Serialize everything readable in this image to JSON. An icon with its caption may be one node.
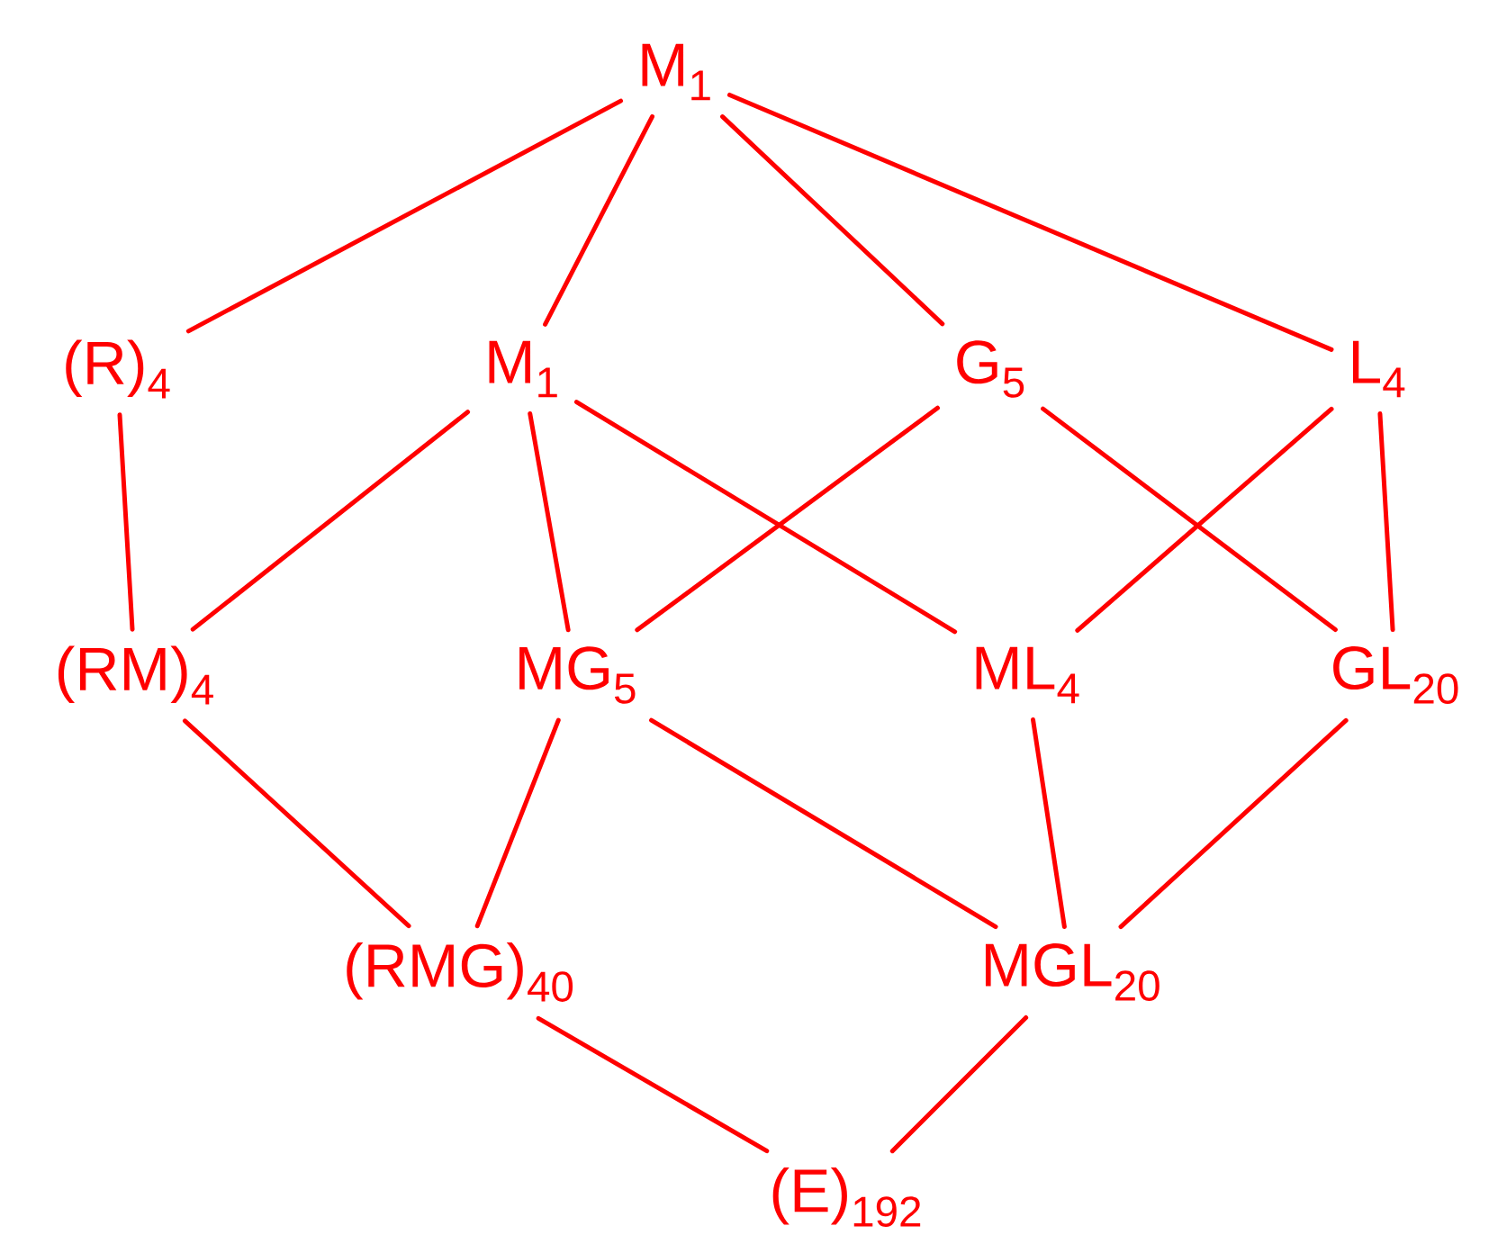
{
  "diagram": {
    "nodes": [
      {
        "text": [
          "M$_{1}$"
        ]
      },
      {
        "text": [
          "(R)$_{4}$"
        ]
      },
      {
        "text": [
          "M$_{1}$"
        ]
      },
      {
        "text": [
          "G$_{5}$"
        ]
      },
      {
        "text": [
          "L$_{4}$"
        ]
      },
      {
        "text": [
          "(RM)$_{4}$"
        ]
      },
      {
        "text": [
          "MG$_{5}$"
        ]
      },
      {
        "text": [
          "ML$_{4}$"
        ]
      },
      {
        "text": [
          "GL$_{20}$"
        ]
      },
      {
        "text": [
          "(RMG)$_{40}$"
        ]
      },
      {
        "text": [
          "MGL$_{20}$"
        ]
      },
      {
        "text": [
          "(E)$_{192}$"
        ]
      }
    ],
    "edges": [
      {
        "from": 0,
        "to": 1,
        "arrow": "none"
      },
      {
        "from": 0,
        "to": 2,
        "arrow": "none"
      },
      {
        "from": 0,
        "to": 3,
        "arrow": "none"
      },
      {
        "from": 0,
        "to": 4,
        "arrow": "none"
      },
      {
        "from": 1,
        "to": 5,
        "arrow": "none"
      },
      {
        "from": 2,
        "to": 5,
        "arrow": "none"
      },
      {
        "from": 2,
        "to": 6,
        "arrow": "none"
      },
      {
        "from": 2,
        "to": 7,
        "arrow": "none"
      },
      {
        "from": 3,
        "to": 6,
        "arrow": "none"
      },
      {
        "from": 3,
        "to": 8,
        "arrow": "none"
      },
      {
        "from": 4,
        "to": 7,
        "arrow": "none"
      },
      {
        "from": 4,
        "to": 8,
        "arrow": "none"
      },
      {
        "from": 5,
        "to": 9,
        "arrow": "none"
      },
      {
        "from": 6,
        "to": 9,
        "arrow": "none"
      },
      {
        "from": 6,
        "to": 10,
        "arrow": "none"
      },
      {
        "from": 7,
        "to": 10,
        "arrow": "none"
      },
      {
        "from": 8,
        "to": 10,
        "arrow": "none"
      },
      {
        "from": 9,
        "to": 11,
        "arrow": "none"
      },
      {
        "from": 10,
        "to": 11,
        "arrow": "none"
      }
    ]
  }
}
